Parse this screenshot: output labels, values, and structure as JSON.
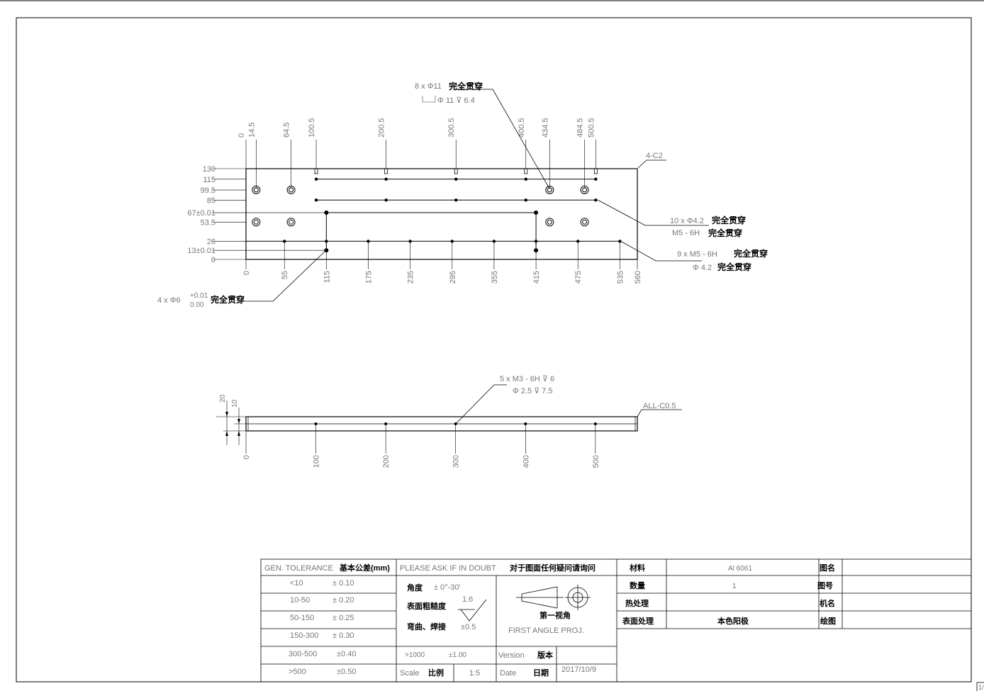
{
  "drawing": {
    "top_view": {
      "hole_label_1": {
        "count": "8 x Φ11",
        "type": "完全贯穿",
        "cbore": "Φ 11 ⊽ 6.4"
      },
      "chamfer": "4-C2",
      "hole_label_2": {
        "line1_a": "10 x Φ4.2",
        "line1_b": "完全贯穿",
        "line2_a": "M5 - 6H",
        "line2_b": "完全贯穿"
      },
      "hole_label_3": {
        "line1_a": "9 x  M5 - 6H",
        "line1_b": "完全贯穿",
        "line2_a": "Φ 4.2",
        "line2_b": "完全贯穿"
      },
      "hole_label_4": {
        "count": "4 x Φ6",
        "tol_upper": "+0.01",
        "tol_lower": "0.00",
        "type": "完全贯穿"
      },
      "top_dims": [
        "0",
        "14.5",
        "64.5",
        "100.5",
        "200.5",
        "300.5",
        "400.5",
        "434.5",
        "484.5",
        "500.5"
      ],
      "bottom_dims": [
        "0",
        "55",
        "115",
        "175",
        "235",
        "295",
        "355",
        "415",
        "475",
        "535",
        "560"
      ],
      "left_dims": [
        "130",
        "115",
        "99.5",
        "85",
        "67±0.01",
        "53.5",
        "26",
        "13±0.01",
        "0"
      ]
    },
    "side_view": {
      "hole_label": {
        "line1": "5 x  M3 - 6H ⊽ 6",
        "line2": "Φ 2.5 ⊽ 7.5"
      },
      "chamfer": "ALL-C0.5",
      "thickness_dims": [
        "20",
        "10"
      ],
      "bottom_dims": [
        "0",
        "100",
        "200",
        "300",
        "400",
        "500"
      ]
    }
  },
  "title_block": {
    "gen_tol_en": "GEN. TOLERANCE",
    "gen_tol_cn": "基本公差(mm)",
    "ask_en": "PLEASE ASK IF IN DOUBT",
    "ask_cn": "对于图面任何疑问请询问",
    "tolerances": [
      {
        "range": "<10",
        "tol": "± 0.10"
      },
      {
        "range": "10-50",
        "tol": "± 0.20"
      },
      {
        "range": "50-150",
        "tol": "± 0.25"
      },
      {
        "range": "150-300",
        "tol": "± 0.30"
      },
      {
        "range": "300-500",
        "tol": "±0.40"
      },
      {
        "range": ">500",
        "tol": "±0.50"
      }
    ],
    "extra_tol": {
      "range": ">1000",
      "tol": "±1.00"
    },
    "angle_label": "角度",
    "angle_value": "± 0°-30'",
    "roughness_label": "表面粗糙度",
    "roughness_value": "1.6",
    "bend_label": "弯曲、焊接",
    "bend_value": "±0.5",
    "projection_cn": "第一视角",
    "projection_en": "FIRST ANGLE PROJ.",
    "scale_en": "Scale",
    "scale_cn": "比例",
    "scale_value": "1:5",
    "version_en": "Version",
    "version_cn": "版本",
    "date_en": "Date",
    "date_cn": "日期",
    "date_value": "2017/10/9",
    "material_label": "材料",
    "material_value": "Al 6061",
    "qty_label": "数量",
    "qty_value": "1",
    "heat_label": "热处理",
    "heat_value": "",
    "surface_label": "表面处理",
    "surface_value": "本色阳极",
    "name_label": "图名",
    "number_label": "图号",
    "machine_label": "机名",
    "drawn_label": "绘图"
  },
  "page_indicator": "1/"
}
